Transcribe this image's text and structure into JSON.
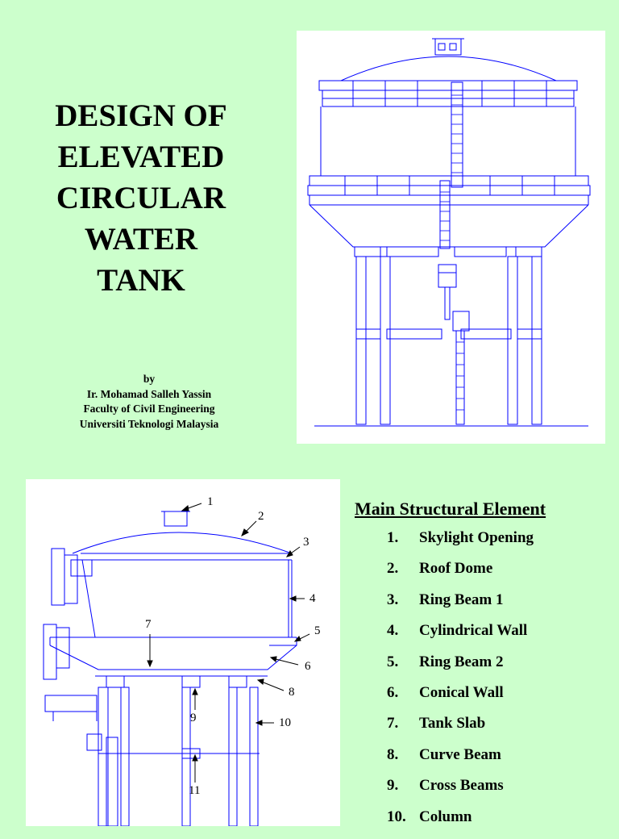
{
  "title": {
    "lines": [
      "DESIGN OF",
      "ELEVATED",
      "CIRCULAR",
      "WATER",
      "TANK"
    ]
  },
  "byline": {
    "by": "by",
    "author": "Ir. Mohamad Salleh Yassin",
    "faculty": "Faculty of Civil Engineering",
    "university": "Universiti Teknologi Malaysia"
  },
  "elements": {
    "heading": "Main Structural Element",
    "items": [
      {
        "num": "1.",
        "label": "Skylight Opening"
      },
      {
        "num": "2.",
        "label": "Roof Dome"
      },
      {
        "num": "3.",
        "label": "Ring Beam 1"
      },
      {
        "num": "4.",
        "label": "Cylindrical Wall"
      },
      {
        "num": "5.",
        "label": "Ring Beam 2"
      },
      {
        "num": "6.",
        "label": "Conical Wall"
      },
      {
        "num": "7.",
        "label": "Tank Slab"
      },
      {
        "num": "8.",
        "label": "Curve Beam"
      },
      {
        "num": "9.",
        "label": "Cross Beams"
      },
      {
        "num": "10.",
        "label": "Column"
      }
    ]
  },
  "diagram": {
    "callouts": [
      "1",
      "2",
      "3",
      "4",
      "5",
      "6",
      "7",
      "8",
      "9",
      "10",
      "11"
    ],
    "line_color": "#0000ff"
  },
  "colors": {
    "background": "#ccffcc",
    "panel": "#ffffff",
    "drawing": "#0000ff"
  }
}
